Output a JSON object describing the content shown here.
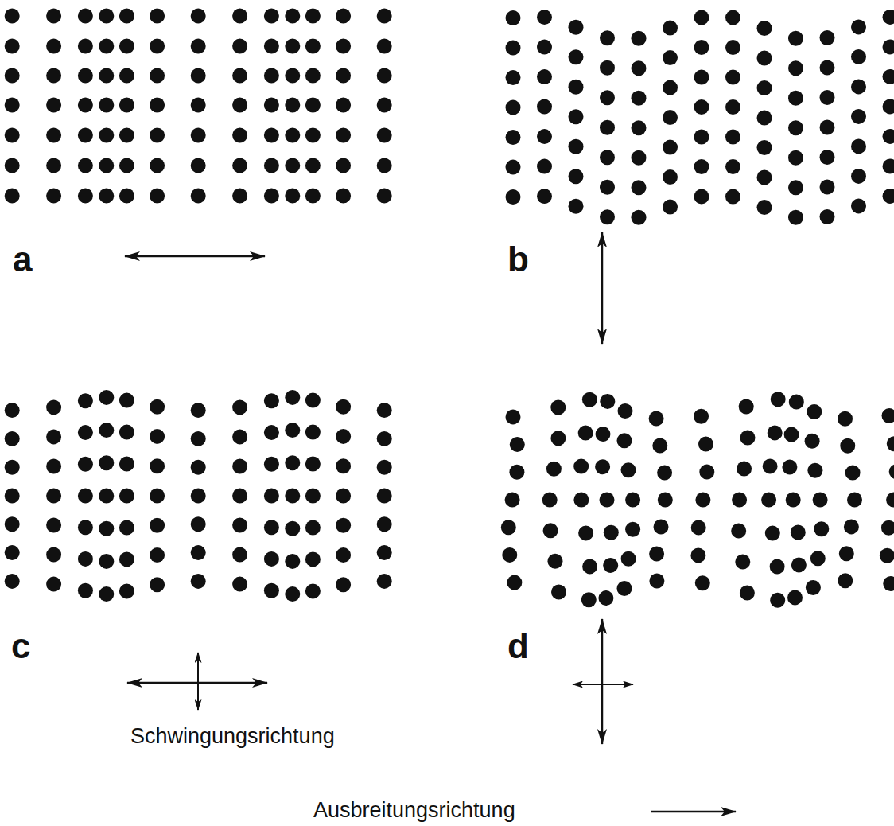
{
  "diagram": {
    "labels": [
      "a",
      "b",
      "c",
      "d",
      "Schwingungsrichtung",
      "Ausbreitungsrichtung"
    ]
  }
}
